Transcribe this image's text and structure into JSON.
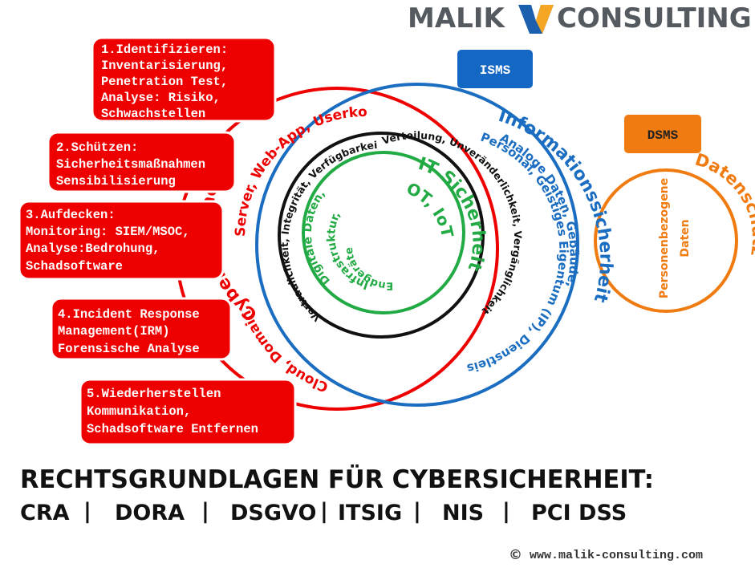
{
  "header": {
    "logo_left": "MALIK",
    "logo_right": "CONSULTING"
  },
  "boxes": {
    "isms": "ISMS",
    "dsms": "DSMS"
  },
  "steps": [
    {
      "title": "1.Identifizieren:",
      "lines": [
        "Inventarisierung,",
        "Penetration Test,",
        "Analyse: Risiko,",
        "Schwachstellen"
      ]
    },
    {
      "title": "2.Schützen:",
      "lines": [
        "Sicherheitsmaßnahmen",
        "Sensibilisierung"
      ]
    },
    {
      "title": "3.Aufdecken:",
      "lines": [
        "Monitoring: SIEM/MSOC,",
        "Analyse:Bedrohung,",
        "Schadsoftware"
      ]
    },
    {
      "title": "4.Incident Response",
      "lines": [
        "Management(IRM)",
        "Forensische Analyse"
      ]
    },
    {
      "title": "5.Wiederherstellen",
      "lines": [
        "Kommunikation,",
        "Schadsoftware Entfernen"
      ]
    }
  ],
  "rings": {
    "cyber_title": "Cybersicherheit",
    "cyber_upper": "Server, Web-App, Userkonten",
    "cyber_lower": "Cloud, Domain,",
    "cia_left": "Vertraulichkeit, Integrität, Verfügbarkeit",
    "cia_right": "Verteilung, Unveränderlichkeit, Vergänglichkeit",
    "itsec_title": "IT Sicherheit",
    "itsec_sub": "OT, IoT",
    "green_outer": "Digitale Daten,",
    "green_inner": "Infrastruktur,",
    "green_innermost": "Endgeräte",
    "info_title": "Informationssicherheit",
    "info_line1": "Analoge Daten, Gebäude,",
    "info_line2": "Personal, Geistiges Eigentum (IP), Dienstleister",
    "ds_title": "Datenschutz",
    "ds_line1": "Personenbezogene",
    "ds_line2": "Daten"
  },
  "legal": {
    "heading": "RECHTSGRUNDLAGEN FÜR CYBERSICHERHEIT:",
    "laws": [
      "CRA",
      "DORA",
      "DSGVO",
      "ITSIG",
      "NIS",
      "PCI DSS"
    ],
    "separator": "|"
  },
  "footer": {
    "copyright": "©",
    "url": "www.malik-consulting.com"
  },
  "colors": {
    "red": "#ee0000",
    "blue": "#1a6dc0",
    "green": "#22aa44",
    "orange": "#f07b10",
    "logo_blue": "#1b5fae",
    "logo_orange": "#f5a623",
    "grey": "#555a60"
  }
}
